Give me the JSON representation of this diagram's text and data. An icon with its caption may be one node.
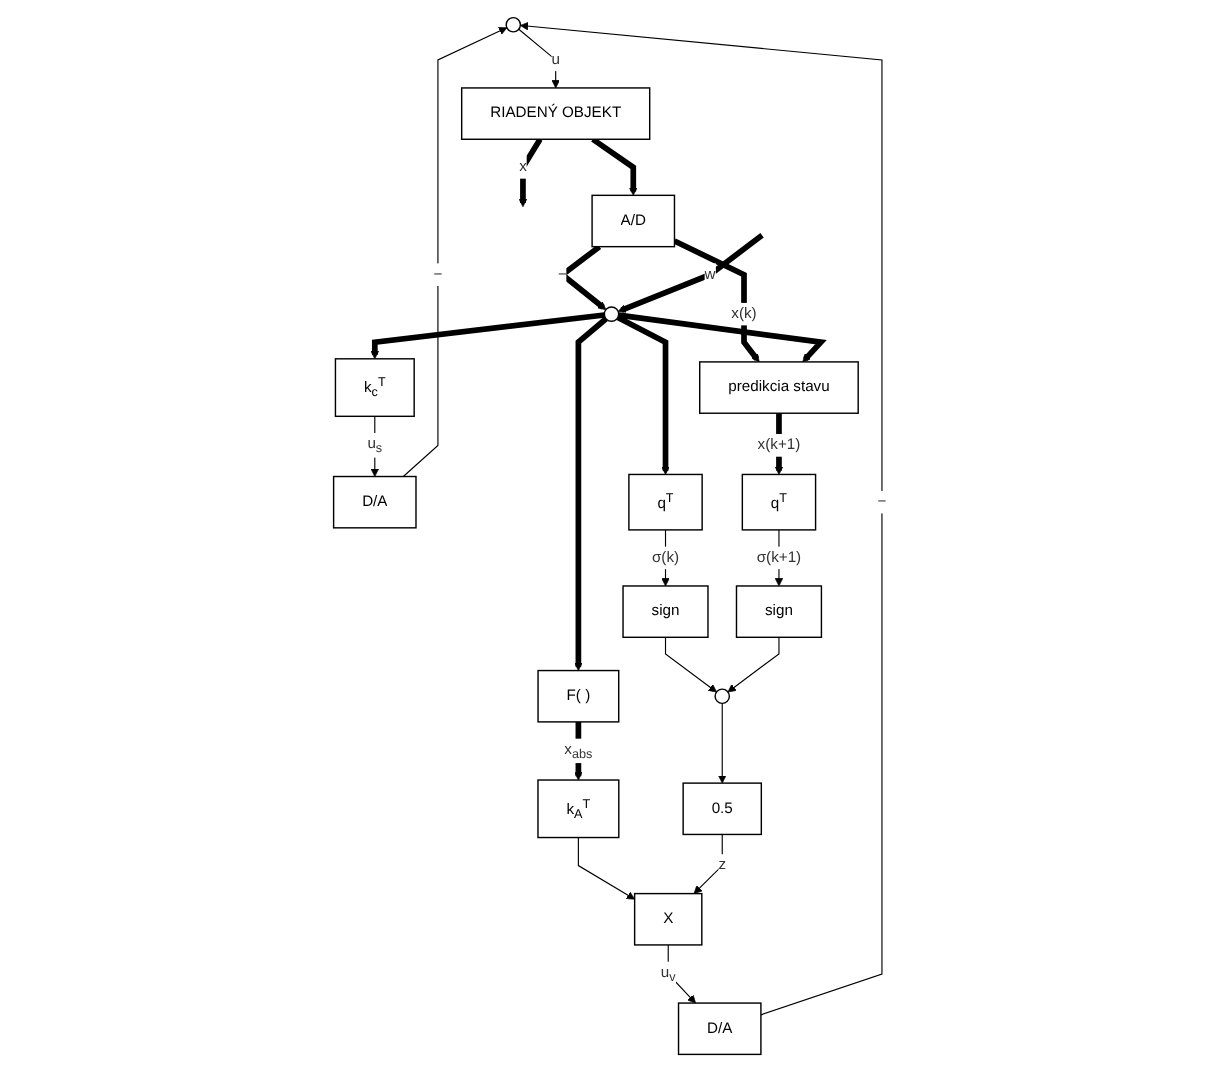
{
  "diagram": {
    "nodes": [
      {
        "text": [],
        "shape": "circle"
      },
      {
        "text": [
          "RIADENÝ OBJEKT"
        ]
      },
      {
        "text": [
          "D/A"
        ]
      },
      {
        "text": [
          "D/A"
        ]
      },
      {
        "text": [
          "A/D"
        ]
      },
      {
        "text": [],
        "shape": "circle"
      },
      {
        "text": [
          "k$_{c}$$^{T}$"
        ]
      },
      {
        "text": [
          "X"
        ]
      },
      {
        "text": [
          "k$_{A}$$^{T}$"
        ]
      },
      {
        "text": [
          "F( )"
        ]
      },
      {
        "text": [
          "0.5"
        ]
      },
      {
        "text": [],
        "shape": "circle"
      },
      {
        "text": [
          "sign"
        ]
      },
      {
        "text": [
          "q$^{T}$"
        ]
      },
      {
        "text": [
          "sign"
        ]
      },
      {
        "text": [
          "q$^{T}$"
        ]
      },
      {
        "text": [
          "predikcia stavu"
        ]
      }
    ],
    "edges": [
      {
        "from": 2,
        "to": 0,
        "arrow": "to",
        "label": "−"
      },
      {
        "from": 3,
        "to": 0,
        "arrow": "to",
        "label": "−"
      },
      {
        "from": 0,
        "to": 1,
        "arrow": "to",
        "label": "u"
      },
      {
        "from": 1,
        "to": null,
        "arrow": "to",
        "label": "x",
        "style": "thick"
      },
      {
        "from": 1,
        "to": 4,
        "arrow": "to",
        "style": "thick"
      },
      {
        "from": 4,
        "to": 5,
        "arrow": "to",
        "label": "−",
        "style": "thick"
      },
      {
        "from": null,
        "to": 5,
        "arrow": "to",
        "label": "w",
        "style": "thick"
      },
      {
        "from": 4,
        "to": 16,
        "arrow": "to",
        "label": "x(k)",
        "style": "thick"
      },
      {
        "from": 5,
        "to": 6,
        "arrow": "to",
        "style": "thick"
      },
      {
        "from": 5,
        "to": 9,
        "arrow": "to",
        "style": "thick"
      },
      {
        "from": 5,
        "to": 13,
        "arrow": "to",
        "style": "thick"
      },
      {
        "from": 5,
        "to": 16,
        "arrow": "to",
        "style": "thick"
      },
      {
        "from": 6,
        "to": 3,
        "arrow": "to",
        "label": "u$_{s}$"
      },
      {
        "from": 9,
        "to": 8,
        "arrow": "to",
        "label": "x$_{abs}$",
        "style": "thick"
      },
      {
        "from": 8,
        "to": 7,
        "arrow": "to"
      },
      {
        "from": 7,
        "to": 2,
        "arrow": "to",
        "label": "u$_{v}$"
      },
      {
        "from": 13,
        "to": 12,
        "arrow": "to",
        "label": "σ(k)"
      },
      {
        "from": 12,
        "to": 11,
        "arrow": "to"
      },
      {
        "from": 11,
        "to": 10,
        "arrow": "to"
      },
      {
        "from": 10,
        "to": 7,
        "arrow": "to",
        "label": "z"
      },
      {
        "from": 16,
        "to": 15,
        "arrow": "to",
        "label": "x(k+1)",
        "style": "thick"
      },
      {
        "from": 15,
        "to": 14,
        "arrow": "to",
        "label": "σ(k+1)"
      },
      {
        "from": 14,
        "to": 11,
        "arrow": "to"
      }
    ]
  }
}
